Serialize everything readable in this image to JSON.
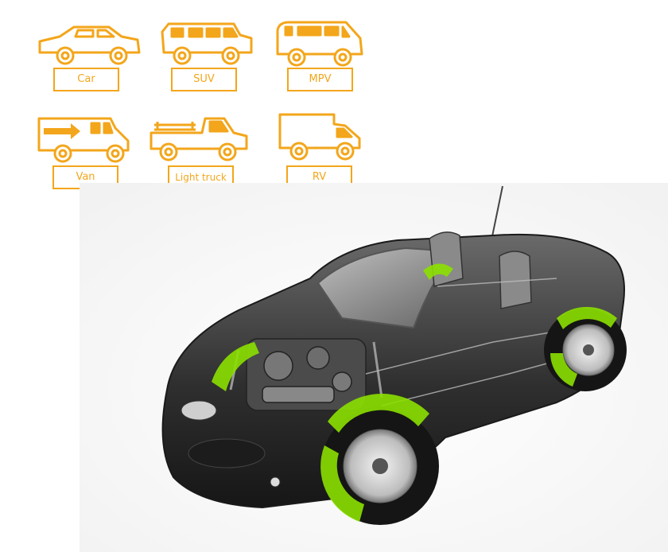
{
  "vehicle_types": [
    {
      "label": "Car",
      "icon": "car-icon"
    },
    {
      "label": "SUV",
      "icon": "suv-icon"
    },
    {
      "label": "MPV",
      "icon": "mpv-icon"
    },
    {
      "label": "Van",
      "icon": "van-icon"
    },
    {
      "label": "Light truck",
      "icon": "light-truck-icon"
    },
    {
      "label": "RV",
      "icon": "rv-icon"
    }
  ],
  "colors": {
    "accent": "#F3A61B",
    "highlight": "#8BE000",
    "car_body": "#3a3a3a"
  }
}
